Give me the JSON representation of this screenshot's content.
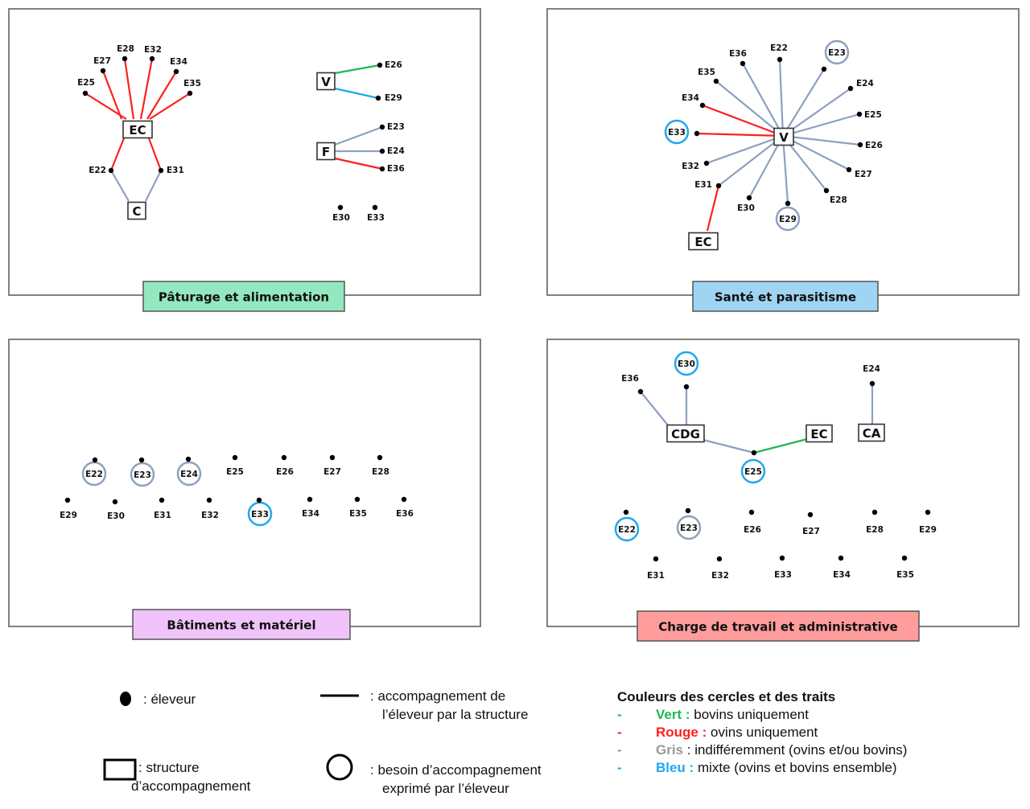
{
  "colors": {
    "green": "#1db954",
    "red": "#ff1f1f",
    "gray": "#8ea0c0",
    "blue": "#1ea8f0",
    "panel_border": "#808080",
    "panel1_label_bg": "#93e8bf",
    "panel2_label_bg": "#9fd4f2",
    "panel3_label_bg": "#f0c4fa",
    "panel4_label_bg": "#ff9c9c"
  },
  "panels": [
    {
      "id": "paturage",
      "label": "Pâturage et alimentation",
      "label_color": "panel1_label_bg",
      "structures": [
        {
          "id": "EC",
          "label": "EC"
        },
        {
          "id": "C",
          "label": "C"
        },
        {
          "id": "V",
          "label": "V"
        },
        {
          "id": "F",
          "label": "F"
        }
      ],
      "breeders": [
        "E25",
        "E27",
        "E28",
        "E32",
        "E34",
        "E35",
        "E22",
        "E31",
        "E26",
        "E29",
        "E23",
        "E24",
        "E36",
        "E30",
        "E33"
      ],
      "links": [
        {
          "from": "EC",
          "to": "E25",
          "color": "red"
        },
        {
          "from": "EC",
          "to": "E27",
          "color": "red"
        },
        {
          "from": "EC",
          "to": "E28",
          "color": "red"
        },
        {
          "from": "EC",
          "to": "E32",
          "color": "red"
        },
        {
          "from": "EC",
          "to": "E34",
          "color": "red"
        },
        {
          "from": "EC",
          "to": "E35",
          "color": "red"
        },
        {
          "from": "EC",
          "to": "E22",
          "color": "red"
        },
        {
          "from": "EC",
          "to": "E31",
          "color": "red"
        },
        {
          "from": "C",
          "to": "E22",
          "color": "gray"
        },
        {
          "from": "C",
          "to": "E31",
          "color": "gray"
        },
        {
          "from": "V",
          "to": "E26",
          "color": "green"
        },
        {
          "from": "V",
          "to": "E29",
          "color": "blue"
        },
        {
          "from": "F",
          "to": "E23",
          "color": "gray"
        },
        {
          "from": "F",
          "to": "E24",
          "color": "gray"
        },
        {
          "from": "F",
          "to": "E36",
          "color": "red"
        }
      ],
      "needs": []
    },
    {
      "id": "sante",
      "label": "Santé et parasitisme",
      "label_color": "panel2_label_bg",
      "structures": [
        {
          "id": "V",
          "label": "V"
        },
        {
          "id": "EC",
          "label": "EC"
        }
      ],
      "breeders": [
        "E36",
        "E22",
        "E23",
        "E35",
        "E24",
        "E34",
        "E25",
        "E33",
        "E26",
        "E32",
        "E27",
        "E31",
        "E30",
        "E28",
        "E29"
      ],
      "links": [
        {
          "from": "V",
          "to": "E36",
          "color": "gray"
        },
        {
          "from": "V",
          "to": "E22",
          "color": "gray"
        },
        {
          "from": "V",
          "to": "E23",
          "color": "gray"
        },
        {
          "from": "V",
          "to": "E35",
          "color": "gray"
        },
        {
          "from": "V",
          "to": "E24",
          "color": "gray"
        },
        {
          "from": "V",
          "to": "E34",
          "color": "red"
        },
        {
          "from": "V",
          "to": "E25",
          "color": "gray"
        },
        {
          "from": "V",
          "to": "E33",
          "color": "red"
        },
        {
          "from": "V",
          "to": "E26",
          "color": "gray"
        },
        {
          "from": "V",
          "to": "E32",
          "color": "gray"
        },
        {
          "from": "V",
          "to": "E27",
          "color": "gray"
        },
        {
          "from": "V",
          "to": "E31",
          "color": "gray"
        },
        {
          "from": "V",
          "to": "E30",
          "color": "gray"
        },
        {
          "from": "V",
          "to": "E28",
          "color": "gray"
        },
        {
          "from": "V",
          "to": "E29",
          "color": "gray"
        },
        {
          "from": "EC",
          "to": "E31",
          "color": "red"
        }
      ],
      "needs": [
        {
          "breeder": "E23",
          "color": "gray"
        },
        {
          "breeder": "E33",
          "color": "blue"
        },
        {
          "breeder": "E29",
          "color": "gray"
        }
      ]
    },
    {
      "id": "batiments",
      "label": "Bâtiments et matériel",
      "label_color": "panel3_label_bg",
      "structures": [],
      "breeders": [
        "E22",
        "E23",
        "E24",
        "E25",
        "E26",
        "E27",
        "E28",
        "E29",
        "E30",
        "E31",
        "E32",
        "E33",
        "E34",
        "E35",
        "E36"
      ],
      "links": [],
      "needs": [
        {
          "breeder": "E22",
          "color": "gray"
        },
        {
          "breeder": "E23",
          "color": "gray"
        },
        {
          "breeder": "E24",
          "color": "gray"
        },
        {
          "breeder": "E33",
          "color": "blue"
        }
      ]
    },
    {
      "id": "charge",
      "label": "Charge de travail et administrative",
      "label_color": "panel4_label_bg",
      "structures": [
        {
          "id": "CDG",
          "label": "CDG"
        },
        {
          "id": "EC",
          "label": "EC"
        },
        {
          "id": "CA",
          "label": "CA"
        }
      ],
      "breeders": [
        "E36",
        "E30",
        "E24",
        "E25",
        "E22",
        "E23",
        "E26",
        "E27",
        "E28",
        "E29",
        "E31",
        "E32",
        "E33",
        "E34",
        "E35"
      ],
      "links": [
        {
          "from": "CDG",
          "to": "E36",
          "color": "gray"
        },
        {
          "from": "CDG",
          "to": "E30",
          "color": "gray"
        },
        {
          "from": "CDG",
          "to": "E25",
          "color": "gray"
        },
        {
          "from": "EC",
          "to": "E25",
          "color": "green"
        },
        {
          "from": "CA",
          "to": "E24",
          "color": "gray"
        }
      ],
      "needs": [
        {
          "breeder": "E30",
          "color": "blue"
        },
        {
          "breeder": "E25",
          "color": "blue"
        },
        {
          "breeder": "E22",
          "color": "blue"
        },
        {
          "breeder": "E23",
          "color": "gray"
        }
      ]
    }
  ],
  "legend": {
    "dot": ": éleveur",
    "line_1": ": accompagnement de",
    "line_2": "l’éleveur par la structure",
    "square_1": ": structure",
    "square_2": "d’accompagnement",
    "circle_1": ": besoin d’accompagnement",
    "circle_2": "exprimé par l’éleveur",
    "colors_title": "Couleurs des cercles et des traits",
    "items": [
      {
        "dash": "-",
        "name": "Vert :",
        "desc": " bovins uniquement",
        "color": "green"
      },
      {
        "dash": "-",
        "name": "Rouge :",
        "desc": " ovins uniquement",
        "color": "red"
      },
      {
        "dash": "-",
        "name": "Gris",
        "desc": " : indifféremment (ovins et/ou bovins)",
        "color": "legend_gray"
      },
      {
        "dash": "-",
        "name": "Bleu :",
        "desc": " mixte (ovins et bovins ensemble)",
        "color": "blue"
      }
    ],
    "legend_gray": "#999999"
  }
}
